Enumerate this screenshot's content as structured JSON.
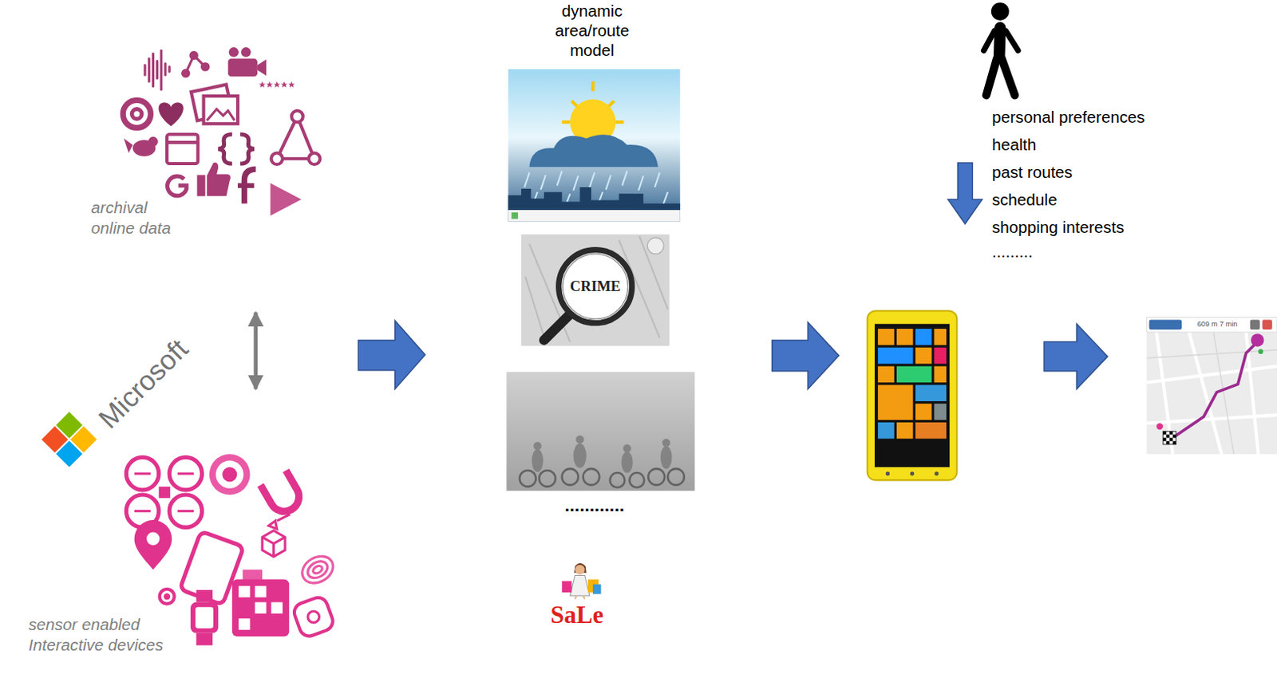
{
  "diagram": {
    "nodes": [
      {
        "text": [
          "archival online data"
        ]
      },
      {
        "text": [
          "sensor enabled Interactive devices"
        ]
      }
    ],
    "edges": [
      {
        "from": 0,
        "to": 1,
        "arrow": "both"
      }
    ],
    "labels": [
      "Microsoft",
      "dynamic area/route model",
      "CRIME",
      "............",
      "SaLe",
      "personal preferences",
      "health",
      "past routes",
      "schedule",
      "shopping interests",
      ".........",
      "609 m 7 min"
    ]
  }
}
